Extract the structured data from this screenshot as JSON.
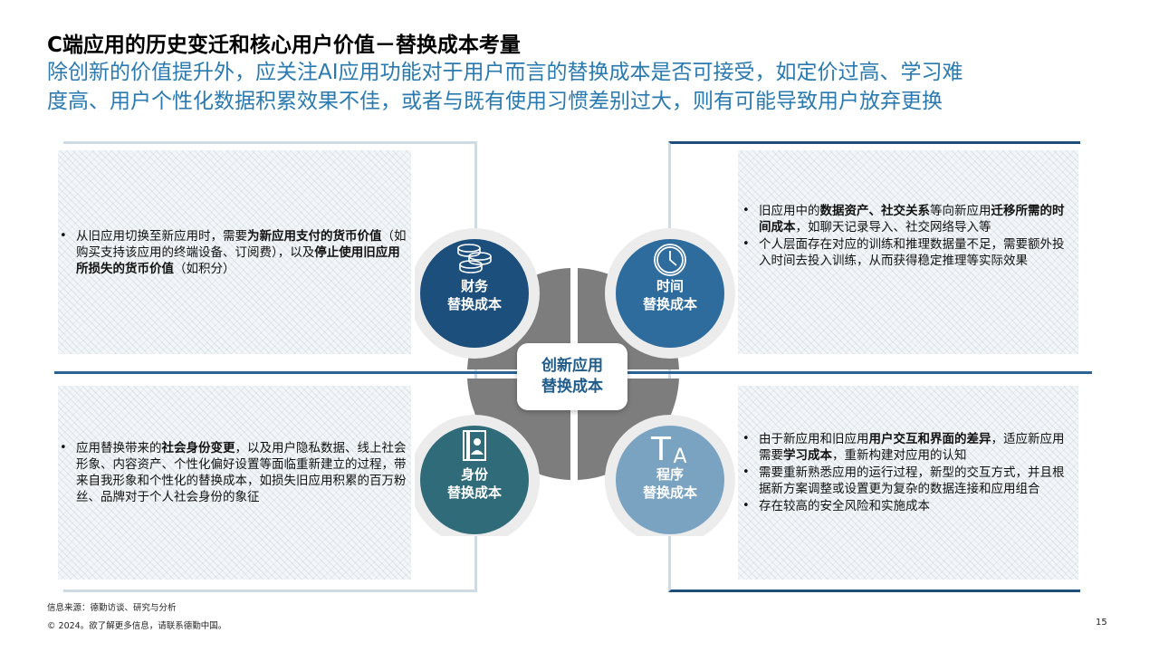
{
  "header": {
    "title": "C端应用的历史变迁和核心用户价值－替换成本考量",
    "subtitle_line1": "除创新的价值提升外，应关注AI应用功能对于用户而言的替换成本是否可接受，如定价过高、学习难",
    "subtitle_line2": "度高、用户个性化数据积累效果不佳，或者与既有使用习惯差别过大，则有可能导致用户放弃更换"
  },
  "center": {
    "line1": "创新应用",
    "line2": "替换成本"
  },
  "quadrants": {
    "financial": {
      "icon": "coins-icon",
      "color": "#1d4f7d",
      "label1": "财务",
      "label2": "替换成本",
      "bullets": [
        {
          "parts": [
            {
              "t": "从旧应用切换至新应用时，需要",
              "b": false
            },
            {
              "t": "为新应用支付的货币价值",
              "b": true
            },
            {
              "t": "（如购买支持该应用的终端设备、订阅费），以及",
              "b": false
            },
            {
              "t": "停止使用旧应用所损失的货币价值",
              "b": true
            },
            {
              "t": "（如积分）",
              "b": false
            }
          ]
        }
      ]
    },
    "time": {
      "icon": "clock-icon",
      "color": "#2e6c9e",
      "label1": "时间",
      "label2": "替换成本",
      "bullets": [
        {
          "parts": [
            {
              "t": "旧应用中的",
              "b": false
            },
            {
              "t": "数据资产、社交关系",
              "b": true
            },
            {
              "t": "等向新应用",
              "b": false
            },
            {
              "t": "迁移所需的时间成本",
              "b": true
            },
            {
              "t": "，如聊天记录导入、社交网络导入等",
              "b": false
            }
          ]
        },
        {
          "parts": [
            {
              "t": "个人层面存在对应的训练和推理数据量不足，需要额外投入时间去投入训练，从而获得稳定推理等实际效果",
              "b": false
            }
          ]
        }
      ]
    },
    "identity": {
      "icon": "id-card-icon",
      "color": "#2f6b78",
      "label1": "身份",
      "label2": "替换成本",
      "bullets": [
        {
          "parts": [
            {
              "t": "应用替换带来的",
              "b": false
            },
            {
              "t": "社会身份变更",
              "b": true
            },
            {
              "t": "，以及用户隐私数据、线上社会形象、内容资产、个性化偏好设置等面临重新建立的过程，带来自我形象和个性化的替换成本，如损失旧应用积累的百万粉丝、品牌对于个人社会身份的象征",
              "b": false
            }
          ]
        }
      ]
    },
    "procedure": {
      "icon": "text-ta-icon",
      "color": "#7aa3c2",
      "label1": "程序",
      "label2": "替换成本",
      "bullets": [
        {
          "parts": [
            {
              "t": "由于新应用和旧应用",
              "b": false
            },
            {
              "t": "用户交互和界面的差异",
              "b": true
            },
            {
              "t": "，适应新应用需要",
              "b": false
            },
            {
              "t": "学习成本",
              "b": true
            },
            {
              "t": "，重新构建对应用的认知",
              "b": false
            }
          ]
        },
        {
          "parts": [
            {
              "t": "需要重新熟悉应用的运行过程，新型的交互方式，并且根据新方案调整或设置更为复杂的数据连接和应用组合",
              "b": false
            }
          ]
        },
        {
          "parts": [
            {
              "t": "存在较高的安全风险和实施成本",
              "b": false
            }
          ]
        }
      ]
    }
  },
  "footer": {
    "source": "信息来源：德勤访谈、研究与分析",
    "copyright": "© 2024。欲了解更多信息，请联系德勤中国。",
    "page": "15"
  }
}
